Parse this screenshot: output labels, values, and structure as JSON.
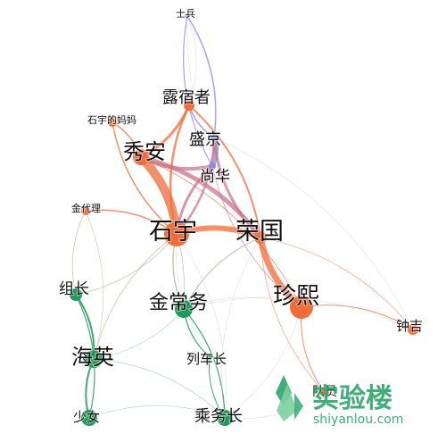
{
  "diagram": {
    "type": "network-graph",
    "colors": {
      "orange": "#f26b38",
      "green": "#1f9a58",
      "purple": "#8f8be0",
      "olive": "#a7a27a",
      "pink": "#c9748c",
      "teal": "#6bb79c",
      "gray": "#c7c7c7",
      "watermark": "#2ca56a"
    },
    "nodes": [
      {
        "id": "shibing",
        "label": "士兵",
        "group": "purple"
      },
      {
        "id": "lusuzhe",
        "label": "露宿者",
        "group": "orange"
      },
      {
        "id": "shiyumama",
        "label": "石宇的妈妈",
        "group": "orange"
      },
      {
        "id": "shengjing",
        "label": "盛京",
        "group": "purple"
      },
      {
        "id": "xiuan",
        "label": "秀安",
        "group": "orange"
      },
      {
        "id": "shanghua",
        "label": "尚华",
        "group": "purple"
      },
      {
        "id": "jindaili",
        "label": "金代理",
        "group": "orange"
      },
      {
        "id": "shiyu",
        "label": "石宇",
        "group": "orange"
      },
      {
        "id": "rongguo",
        "label": "荣国",
        "group": "orange"
      },
      {
        "id": "zuzhang",
        "label": "组长",
        "group": "green"
      },
      {
        "id": "jinchangwu",
        "label": "金常务",
        "group": "green"
      },
      {
        "id": "zhenxi",
        "label": "珍熙",
        "group": "orange"
      },
      {
        "id": "zhongji",
        "label": "钟吉",
        "group": "orange"
      },
      {
        "id": "haiying",
        "label": "海英",
        "group": "green"
      },
      {
        "id": "liechezhang",
        "label": "列车长",
        "group": "green"
      },
      {
        "id": "duiyuan",
        "label": "队员",
        "group": "orange"
      },
      {
        "id": "shaonv",
        "label": "少女",
        "group": "green"
      },
      {
        "id": "chengwuzhang",
        "label": "乘务长",
        "group": "green"
      }
    ],
    "edges": [
      {
        "source": "shiyu",
        "target": "xiuan",
        "weight": 10,
        "color": "orange"
      },
      {
        "source": "shiyu",
        "target": "rongguo",
        "weight": 6,
        "color": "orange"
      },
      {
        "source": "rongguo",
        "target": "zhenxi",
        "weight": 7,
        "color": "orange"
      },
      {
        "source": "xiuan",
        "target": "rongguo",
        "weight": 5,
        "color": "pink"
      },
      {
        "source": "xiuan",
        "target": "shanghua",
        "weight": 4,
        "color": "pink"
      },
      {
        "source": "shengjing",
        "target": "shanghua",
        "weight": 6,
        "color": "purple"
      },
      {
        "source": "shengjing",
        "target": "rongguo",
        "weight": 3,
        "color": "pink"
      },
      {
        "source": "shiyu",
        "target": "shanghua",
        "weight": 3,
        "color": "pink"
      },
      {
        "source": "shiyu",
        "target": "shengjing",
        "weight": 2.5,
        "color": "pink"
      },
      {
        "source": "lusuzhe",
        "target": "xiuan",
        "weight": 3,
        "color": "orange"
      },
      {
        "source": "lusuzhe",
        "target": "shiyu",
        "weight": 2.5,
        "color": "orange"
      },
      {
        "source": "lusuzhe",
        "target": "rongguo",
        "weight": 2,
        "color": "orange"
      },
      {
        "source": "lusuzhe",
        "target": "shengjing",
        "weight": 1.5,
        "color": "purple"
      },
      {
        "source": "shibing",
        "target": "shengjing",
        "weight": 1.5,
        "color": "purple"
      },
      {
        "source": "shibing",
        "target": "shanghua",
        "weight": 1.2,
        "color": "purple"
      },
      {
        "source": "shibing",
        "target": "lusuzhe",
        "weight": 0.6,
        "color": "gray"
      },
      {
        "source": "shibing",
        "target": "rongguo",
        "weight": 0.5,
        "color": "gray"
      },
      {
        "source": "shiyumama",
        "target": "xiuan",
        "weight": 1.5,
        "color": "orange"
      },
      {
        "source": "shiyumama",
        "target": "shiyu",
        "weight": 1.5,
        "color": "orange"
      },
      {
        "source": "jindaili",
        "target": "shiyu",
        "weight": 1.5,
        "color": "orange"
      },
      {
        "source": "jindaili",
        "target": "zuzhang",
        "weight": 0.8,
        "color": "olive"
      },
      {
        "source": "jindaili",
        "target": "haiying",
        "weight": 0.6,
        "color": "olive"
      },
      {
        "source": "shiyu",
        "target": "jinchangwu",
        "weight": 1.5,
        "color": "olive"
      },
      {
        "source": "shiyu",
        "target": "zuzhang",
        "weight": 0.8,
        "color": "olive"
      },
      {
        "source": "shiyu",
        "target": "haiying",
        "weight": 0.8,
        "color": "olive"
      },
      {
        "source": "xiuan",
        "target": "jinchangwu",
        "weight": 0.8,
        "color": "olive"
      },
      {
        "source": "rongguo",
        "target": "jinchangwu",
        "weight": 1.2,
        "color": "olive"
      },
      {
        "source": "zhenxi",
        "target": "zhongji",
        "weight": 1,
        "color": "orange"
      },
      {
        "source": "zhenxi",
        "target": "duiyuan",
        "weight": 1,
        "color": "orange"
      },
      {
        "source": "rongguo",
        "target": "zhongji",
        "weight": 0.6,
        "color": "orange"
      },
      {
        "source": "rongguo",
        "target": "duiyuan",
        "weight": 0.6,
        "color": "orange"
      },
      {
        "source": "zuzhang",
        "target": "haiying",
        "weight": 2,
        "color": "green"
      },
      {
        "source": "haiying",
        "target": "shaonv",
        "weight": 2,
        "color": "green"
      },
      {
        "source": "zuzhang",
        "target": "shaonv",
        "weight": 1.2,
        "color": "green"
      },
      {
        "source": "jinchangwu",
        "target": "liechezhang",
        "weight": 1.2,
        "color": "green"
      },
      {
        "source": "jinchangwu",
        "target": "chengwuzhang",
        "weight": 1.2,
        "color": "green"
      },
      {
        "source": "liechezhang",
        "target": "chengwuzhang",
        "weight": 1,
        "color": "green"
      },
      {
        "source": "haiying",
        "target": "chengwuzhang",
        "weight": 0.8,
        "color": "teal"
      },
      {
        "source": "haiying",
        "target": "jinchangwu",
        "weight": 0.6,
        "color": "teal"
      },
      {
        "source": "jinchangwu",
        "target": "zhenxi",
        "weight": 0.6,
        "color": "gray"
      },
      {
        "source": "chengwuzhang",
        "target": "zhenxi",
        "weight": 0.5,
        "color": "gray"
      },
      {
        "source": "shaonv",
        "target": "chengwuzhang",
        "weight": 0.5,
        "color": "teal"
      },
      {
        "source": "shiyu",
        "target": "liechezhang",
        "weight": 0.5,
        "color": "gray"
      },
      {
        "source": "shiyu",
        "target": "chengwuzhang",
        "weight": 0.5,
        "color": "gray"
      },
      {
        "source": "rongguo",
        "target": "chengwuzhang",
        "weight": 0.4,
        "color": "gray"
      },
      {
        "source": "duiyuan",
        "target": "chengwuzhang",
        "weight": 0.4,
        "color": "gray"
      },
      {
        "source": "zhongji",
        "target": "jinchangwu",
        "weight": 0.4,
        "color": "gray"
      },
      {
        "source": "shengjing",
        "target": "zhongji",
        "weight": 0.4,
        "color": "gray"
      },
      {
        "source": "shanghua",
        "target": "zhenxi",
        "weight": 0.8,
        "color": "pink"
      },
      {
        "source": "xiuan",
        "target": "zhenxi",
        "weight": 0.8,
        "color": "orange"
      }
    ]
  },
  "watermark": {
    "title": "实验楼",
    "subtitle": "shiyanlou.com",
    "logo_icon": "shiyanlou-logo-icon"
  }
}
